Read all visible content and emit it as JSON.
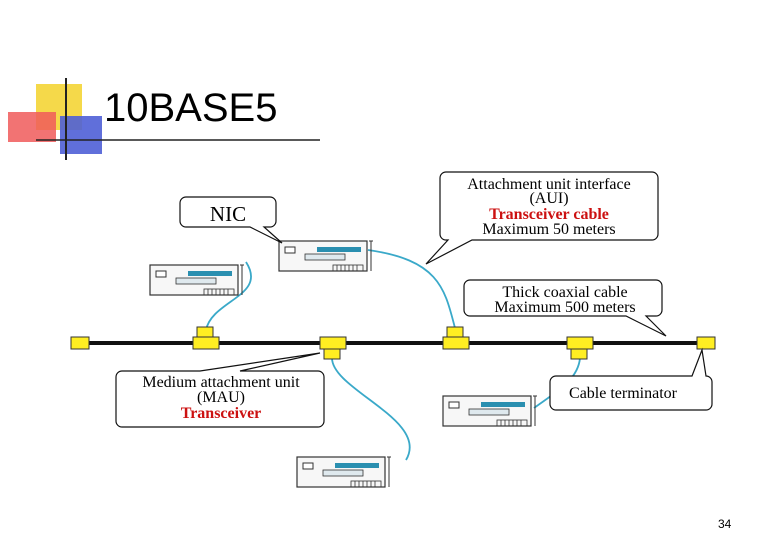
{
  "slide": {
    "title": "10BASE5",
    "page_number": "34"
  },
  "callouts": {
    "nic": {
      "line1": "NIC"
    },
    "aui": {
      "line1": "Attachment unit interface",
      "line2": "(AUI)",
      "line3": "Transceiver cable",
      "line4": "Maximum 50 meters"
    },
    "coax": {
      "line1": "Thick coaxial cable",
      "line2": "Maximum 500 meters"
    },
    "mau": {
      "line1": "Medium attachment unit",
      "line2": "(MAU)",
      "line3": "Transceiver"
    },
    "terminator": {
      "line1": "Cable terminator"
    }
  },
  "colors": {
    "deco_yellow": "#f5d94a",
    "deco_blue": "#4f5fd6",
    "deco_red": "#f05a5a",
    "coax_line": "#111111",
    "connector_yellow": "#ffee22",
    "drop_cable": "#3aa9c9",
    "callout_red": "#cc1111",
    "nic_teal": "#2a8fb0"
  }
}
